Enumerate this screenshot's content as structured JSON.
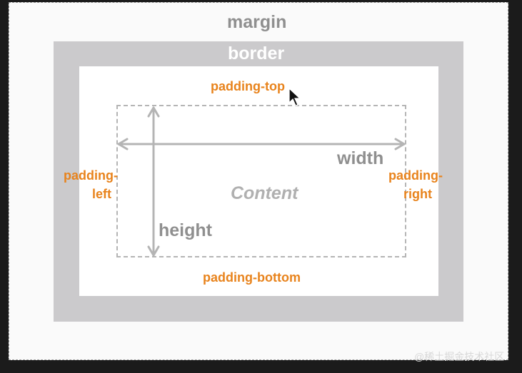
{
  "labels": {
    "margin": "margin",
    "border": "border",
    "padding_top": "padding-top",
    "padding_left_1": "padding-",
    "padding_left_2": "left",
    "padding_right_1": "padding-",
    "padding_right_2": "right",
    "padding_bottom": "padding-bottom",
    "content": "Content",
    "width": "width",
    "height": "height"
  },
  "watermark": "@稀土掘金技术社区",
  "colors": {
    "border_fill": "#cbcacc",
    "label_gray": "#8f8f8f",
    "label_orange": "#e8831c",
    "arrow": "#b4b4b4"
  },
  "icons": {
    "cursor": "mouse-pointer-icon"
  }
}
